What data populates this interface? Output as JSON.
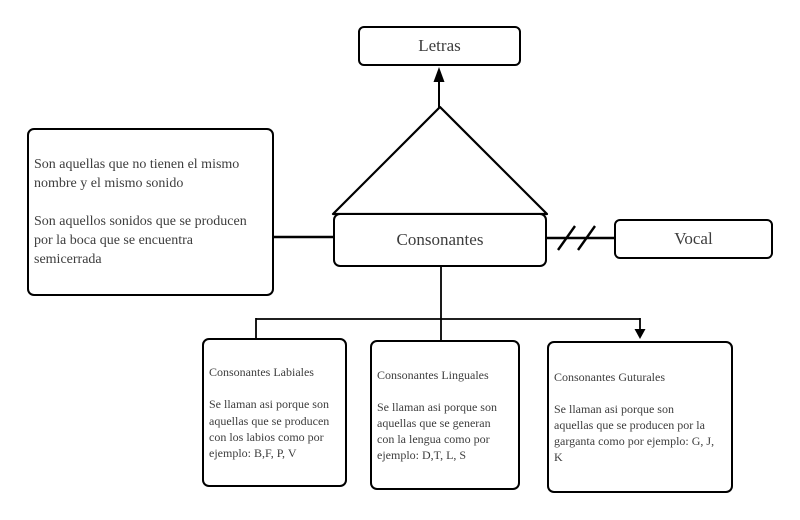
{
  "diagram": {
    "nodes": {
      "letras": {
        "label": "Letras"
      },
      "consonantes": {
        "label": "Consonantes"
      },
      "vocal": {
        "label": "Vocal"
      },
      "definition": {
        "text": "Son aquellas que no tienen el mismo\nnombre y el mismo sonido\n\nSon aquellos sonidos que se producen\npor la boca que se encuentra\nsemicerrada"
      },
      "labiales": {
        "text": "Consonantes Labiales\n\nSe llaman asi porque son\naquellas que se producen\ncon los labios como por\nejemplo: B,F, P, V"
      },
      "linguales": {
        "text": "Consonantes Linguales\n\nSe llaman asi porque son\naquellas que se generan\ncon la lengua como por\nejemplo: D,T, L, S"
      },
      "guturales": {
        "text": "Consonantes Guturales\n\nSe llaman asi porque son\naquellas que se producen por la\ngarganta como por ejemplo: G, J,\nK"
      }
    },
    "colors": {
      "stroke": "#000000",
      "fill": "#ffffff",
      "text": "#3d3d3d"
    }
  }
}
